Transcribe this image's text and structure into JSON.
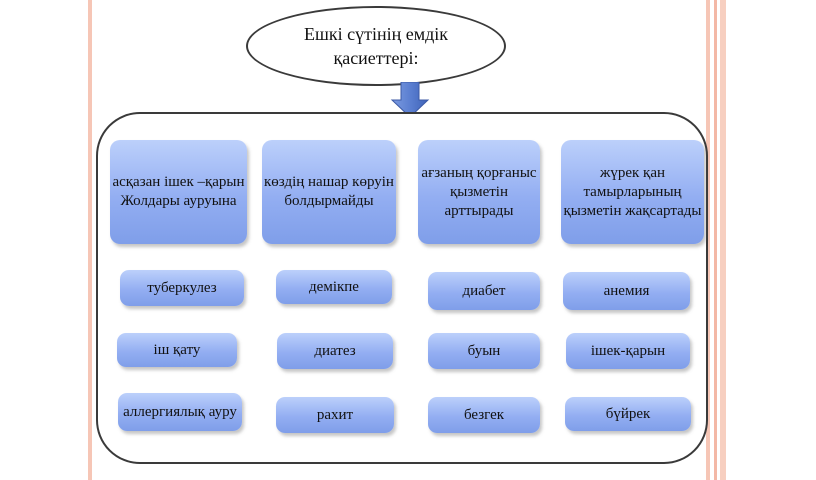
{
  "title": "Ешкі сүтінің емдік қасиеттері:",
  "main_effects": [
    "асқазан ішек –қарын Жолдары ауруына",
    "көздің нашар көруін болдырмайды",
    "ағзаның қорғаныс қызметін арттырады",
    "жүрек қан тамырларының қызметін жақсартады"
  ],
  "diseases": [
    [
      "туберкулез",
      "демікпе",
      "диабет",
      "анемия"
    ],
    [
      "іш қату",
      "диатез",
      "буын",
      "ішек-қарын"
    ],
    [
      "аллергиялық ауру",
      "рахит",
      "безгек",
      "бүйрек"
    ]
  ],
  "colors": {
    "box_top": "#bcd0fb",
    "box_bottom": "#7f9ee9",
    "arrow": "#5b7fd1",
    "stripe": "#f4b9a8"
  }
}
